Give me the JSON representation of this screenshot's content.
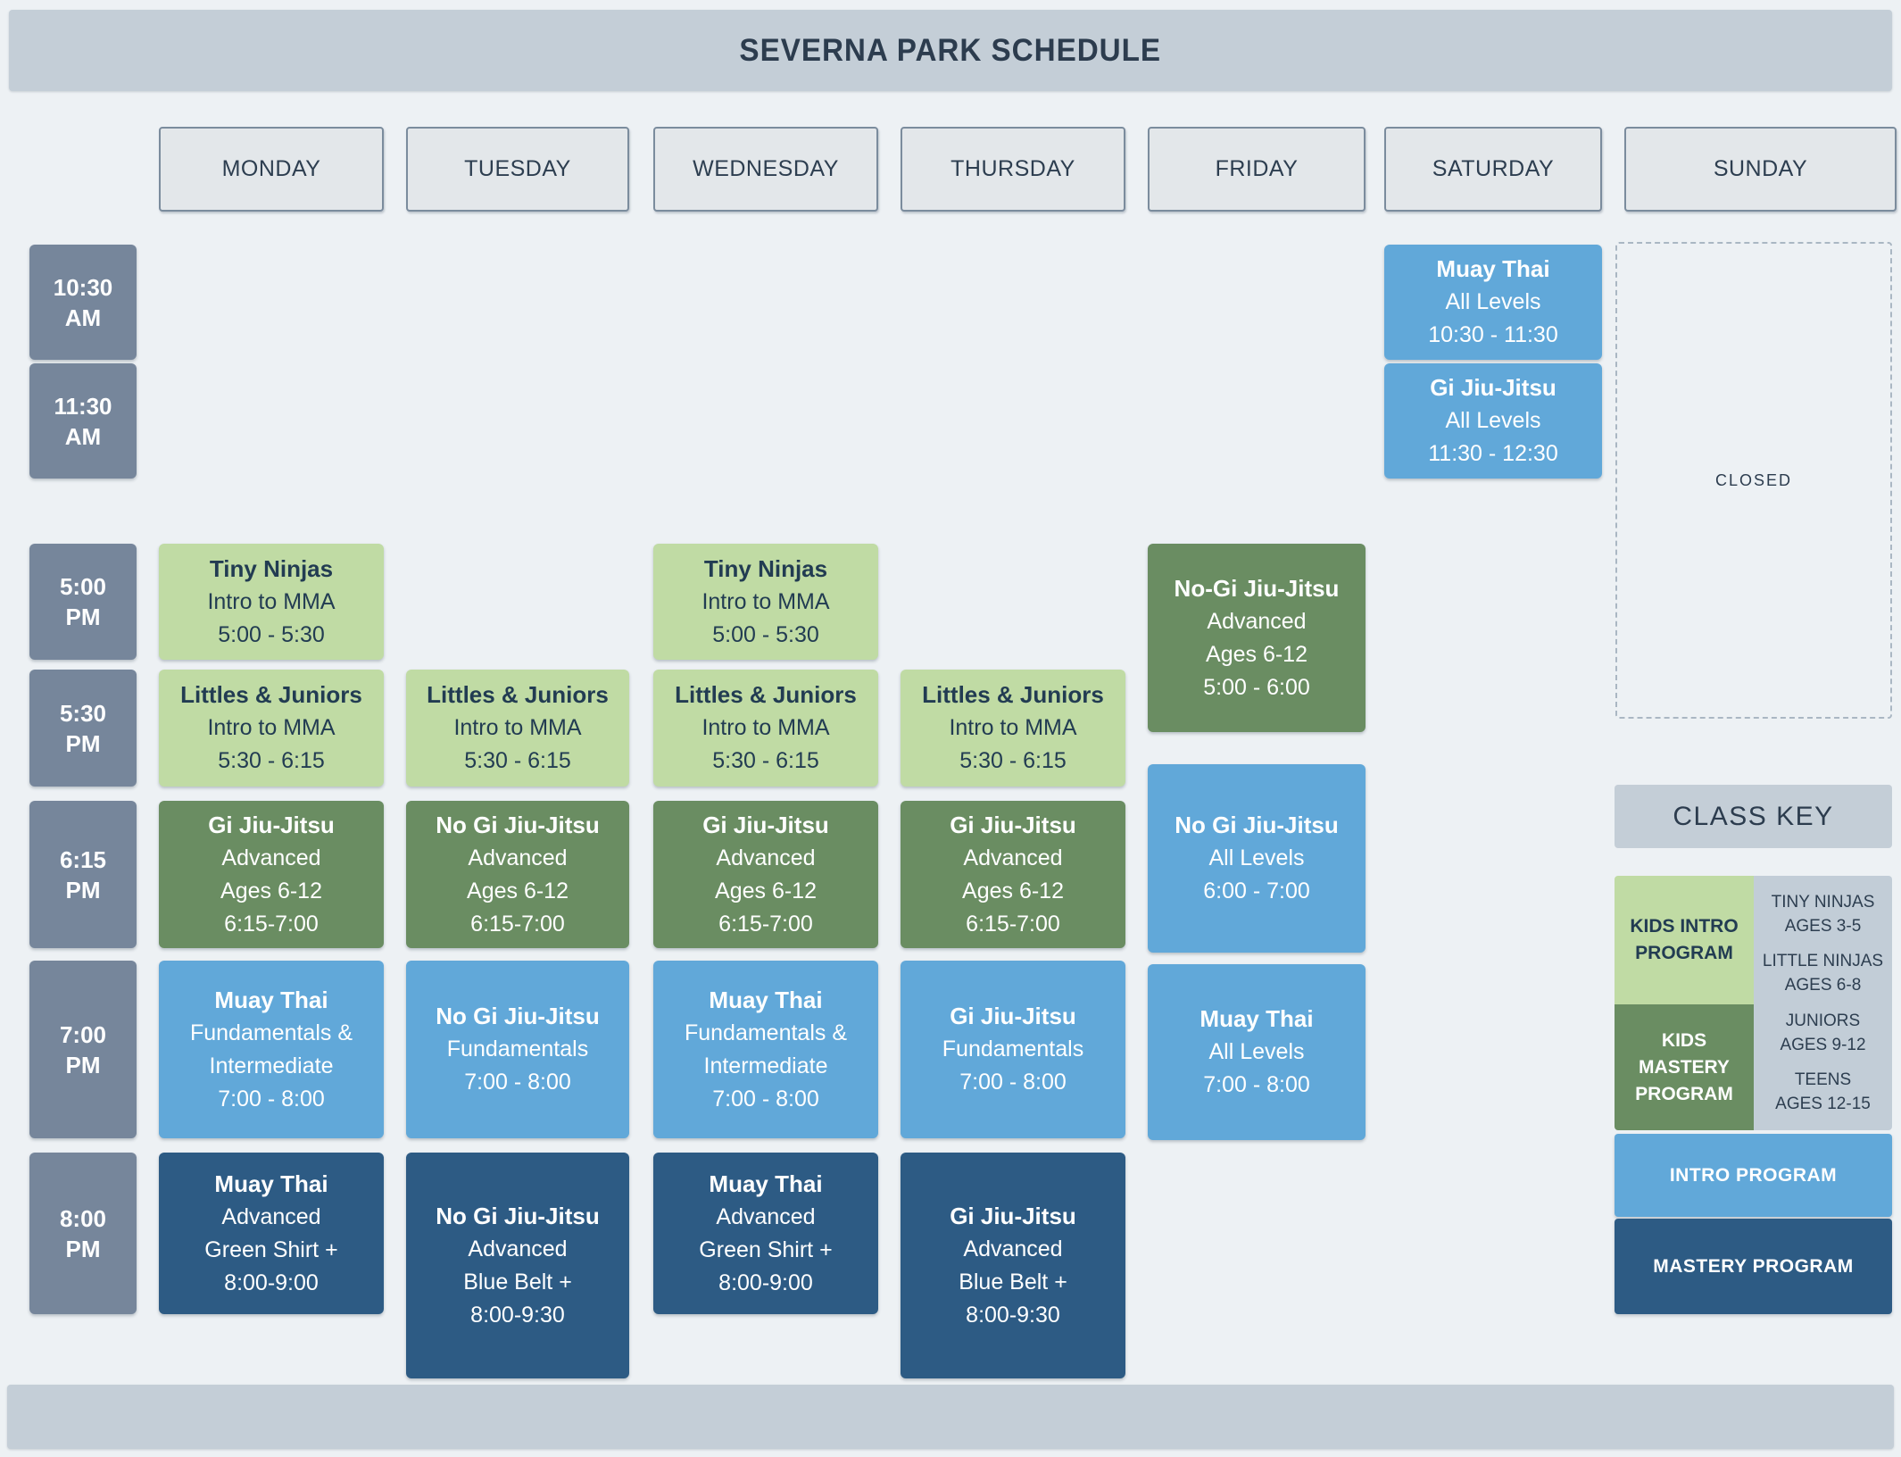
{
  "title": "SEVERNA PARK SCHEDULE",
  "days": [
    "MONDAY",
    "TUESDAY",
    "WEDNESDAY",
    "THURSDAY",
    "FRIDAY",
    "SATURDAY",
    "SUNDAY"
  ],
  "times": [
    "10:30 AM",
    "11:30 AM",
    "5:00 PM",
    "5:30 PM",
    "6:15 PM",
    "7:00 PM",
    "8:00 PM"
  ],
  "schedule": {
    "monday": [
      {
        "title": "Tiny Ninjas",
        "line1": "Intro to MMA",
        "line2": "5:00 - 5:30"
      },
      {
        "title": "Littles & Juniors",
        "line1": "Intro to MMA",
        "line2": "5:30 - 6:15"
      },
      {
        "title": "Gi Jiu-Jitsu",
        "line1": "Advanced",
        "line2": "Ages 6-12",
        "line3": "6:15-7:00"
      },
      {
        "title": "Muay Thai",
        "line1": "Fundamentals &",
        "line2": "Intermediate",
        "line3": "7:00 - 8:00"
      },
      {
        "title": "Muay Thai",
        "line1": "Advanced",
        "line2": "Green Shirt +",
        "line3": "8:00-9:00"
      }
    ],
    "tuesday": [
      {
        "title": "Littles & Juniors",
        "line1": "Intro to MMA",
        "line2": "5:30 - 6:15"
      },
      {
        "title": "No Gi Jiu-Jitsu",
        "line1": "Advanced",
        "line2": "Ages 6-12",
        "line3": "6:15-7:00"
      },
      {
        "title": "No Gi Jiu-Jitsu",
        "line1": "Fundamentals",
        "line2": "7:00 - 8:00"
      },
      {
        "title": "No Gi Jiu-Jitsu",
        "line1": "Advanced",
        "line2": "Blue Belt +",
        "line3": "8:00-9:30"
      }
    ],
    "wednesday": [
      {
        "title": "Tiny Ninjas",
        "line1": "Intro to MMA",
        "line2": "5:00 - 5:30"
      },
      {
        "title": "Littles & Juniors",
        "line1": "Intro to MMA",
        "line2": "5:30 - 6:15"
      },
      {
        "title": "Gi Jiu-Jitsu",
        "line1": "Advanced",
        "line2": "Ages 6-12",
        "line3": "6:15-7:00"
      },
      {
        "title": "Muay Thai",
        "line1": "Fundamentals &",
        "line2": "Intermediate",
        "line3": "7:00 - 8:00"
      },
      {
        "title": "Muay Thai",
        "line1": "Advanced",
        "line2": "Green Shirt +",
        "line3": "8:00-9:00"
      }
    ],
    "thursday": [
      {
        "title": "Littles & Juniors",
        "line1": "Intro to MMA",
        "line2": "5:30 - 6:15"
      },
      {
        "title": "Gi Jiu-Jitsu",
        "line1": "Advanced",
        "line2": "Ages 6-12",
        "line3": "6:15-7:00"
      },
      {
        "title": "Gi Jiu-Jitsu",
        "line1": "Fundamentals",
        "line2": "7:00 - 8:00"
      },
      {
        "title": "Gi Jiu-Jitsu",
        "line1": "Advanced",
        "line2": "Blue Belt +",
        "line3": "8:00-9:30"
      }
    ],
    "friday": [
      {
        "title": "No-Gi Jiu-Jitsu",
        "line1": "Advanced",
        "line2": "Ages 6-12",
        "line3": "5:00 - 6:00"
      },
      {
        "title": "No Gi Jiu-Jitsu",
        "line1": "All Levels",
        "line2": "6:00 - 7:00"
      },
      {
        "title": "Muay Thai",
        "line1": "All Levels",
        "line2": "7:00 - 8:00"
      }
    ],
    "saturday": [
      {
        "title": "Muay Thai",
        "line1": "All Levels",
        "line2": "10:30 - 11:30"
      },
      {
        "title": "Gi Jiu-Jitsu",
        "line1": "All Levels",
        "line2": "11:30 - 12:30"
      }
    ]
  },
  "sunday_status": "CLOSED",
  "class_key": {
    "header": "CLASS KEY",
    "kids_intro": "KIDS INTRO PROGRAM",
    "kids_mastery": "KIDS MASTERY PROGRAM",
    "age_groups": [
      {
        "name": "TINY NINJAS",
        "ages": "AGES 3-5"
      },
      {
        "name": "LITTLE NINJAS",
        "ages": "AGES 6-8"
      },
      {
        "name": "JUNIORS",
        "ages": "AGES 9-12"
      },
      {
        "name": "TEENS",
        "ages": "AGES 12-15"
      }
    ],
    "intro": "INTRO PROGRAM",
    "mastery": "MASTERY PROGRAM"
  },
  "colors": {
    "background": "#edf1f4",
    "steel_bar": "#c4ced7",
    "time_slate": "#76869b",
    "intro_light_green": "#c0dba4",
    "mastery_dark_green": "#6a8d62",
    "intro_light_blue": "#61a8d9",
    "mastery_dark_blue": "#2d5b84",
    "text_navy": "#2d3e50"
  }
}
